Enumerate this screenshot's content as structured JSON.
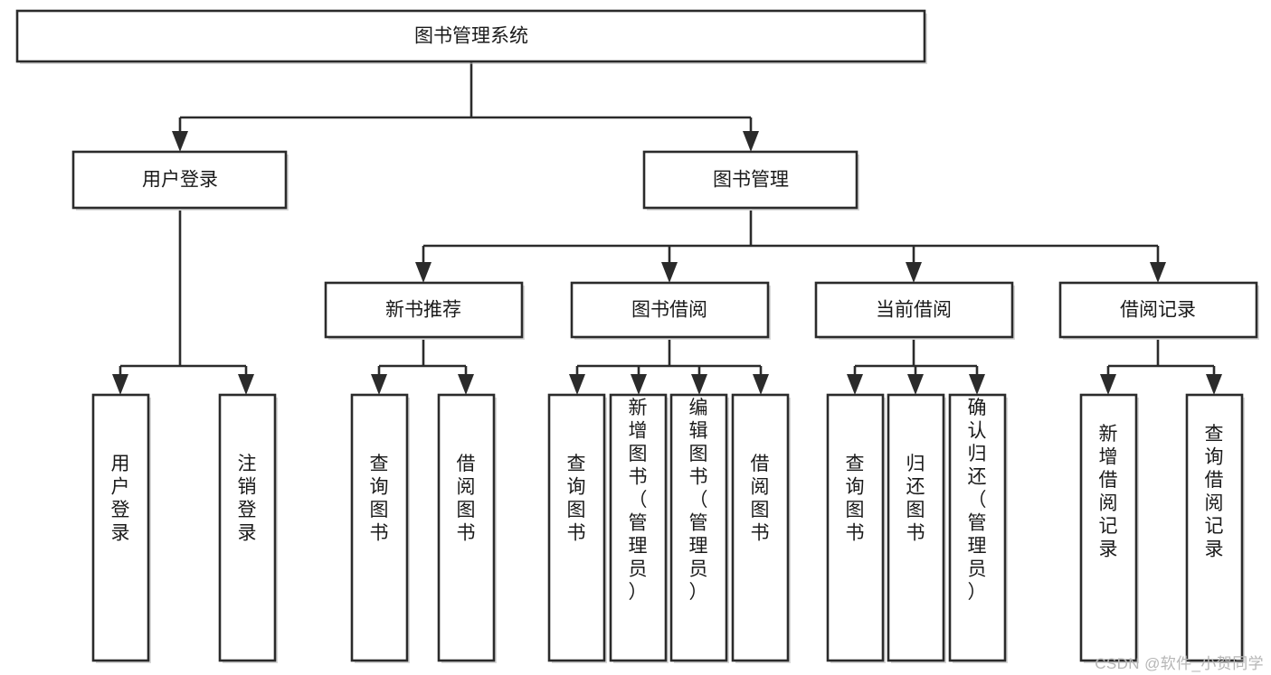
{
  "diagram": {
    "type": "tree",
    "title": "图书管理系统",
    "orientation": "top-down",
    "colors": {
      "box_stroke": "#2b2b2b",
      "box_fill": "#ffffff",
      "connector": "#2b2b2b",
      "text": "#1a1a1a",
      "watermark": "#b6b6b6",
      "background": "#ffffff"
    },
    "root": {
      "id": "root",
      "label": "图书管理系统"
    },
    "level2": [
      {
        "id": "user-login",
        "label": "用户登录"
      },
      {
        "id": "book-manage",
        "label": "图书管理"
      }
    ],
    "level3": [
      {
        "id": "new-book-recommend",
        "label": "新书推荐",
        "parent": "book-manage"
      },
      {
        "id": "book-borrow",
        "label": "图书借阅",
        "parent": "book-manage"
      },
      {
        "id": "current-borrow",
        "label": "当前借阅",
        "parent": "book-manage"
      },
      {
        "id": "borrow-record",
        "label": "借阅记录",
        "parent": "book-manage"
      }
    ],
    "leaves": [
      {
        "id": "leaf-user-login",
        "label": "用户登录",
        "parent": "user-login"
      },
      {
        "id": "leaf-user-logout",
        "label": "注销登录",
        "parent": "user-login"
      },
      {
        "id": "leaf-query-book-1",
        "label": "查询图书",
        "parent": "new-book-recommend"
      },
      {
        "id": "leaf-borrow-book-1",
        "label": "借阅图书",
        "parent": "new-book-recommend"
      },
      {
        "id": "leaf-query-book-2",
        "label": "查询图书",
        "parent": "book-borrow"
      },
      {
        "id": "leaf-add-book",
        "label": "新增图书（管理员）",
        "parent": "book-borrow"
      },
      {
        "id": "leaf-edit-book",
        "label": "编辑图书（管理员）",
        "parent": "book-borrow"
      },
      {
        "id": "leaf-borrow-book-2",
        "label": "借阅图书",
        "parent": "book-borrow"
      },
      {
        "id": "leaf-query-book-3",
        "label": "查询图书",
        "parent": "current-borrow"
      },
      {
        "id": "leaf-return-book",
        "label": "归还图书",
        "parent": "current-borrow"
      },
      {
        "id": "leaf-confirm-return",
        "label": "确认归还（管理员）",
        "parent": "current-borrow"
      },
      {
        "id": "leaf-add-record",
        "label": "新增借阅记录",
        "parent": "borrow-record"
      },
      {
        "id": "leaf-query-record",
        "label": "查询借阅记录",
        "parent": "borrow-record"
      }
    ]
  },
  "watermark": {
    "text": "CSDN @软件_小贺同学"
  }
}
